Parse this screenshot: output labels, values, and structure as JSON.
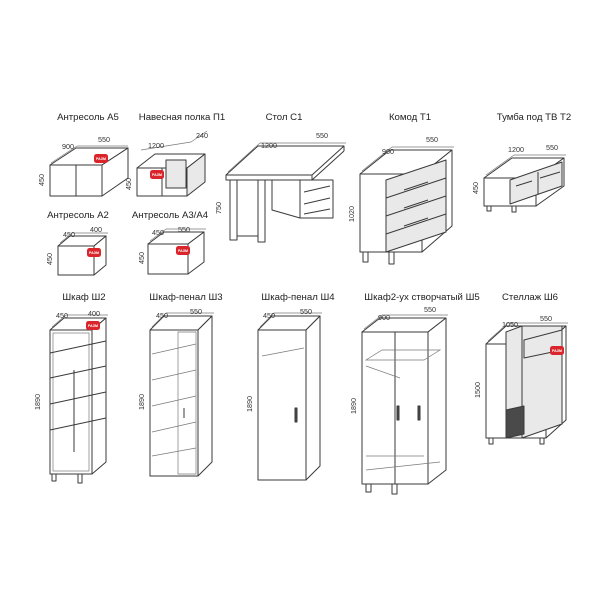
{
  "badge": {
    "text": "РАЗМ",
    "color": "#d9252b"
  },
  "items": {
    "a5": {
      "title": "Антресоль А5",
      "w": "900",
      "d": "550",
      "h": "450"
    },
    "a2": {
      "title": "Антресоль А2",
      "w": "450",
      "d": "400",
      "h": "450"
    },
    "a34": {
      "title": "Антресоль А3/А4",
      "w": "450",
      "d": "550",
      "h": "450"
    },
    "p1": {
      "title": "Навесная полка П1",
      "w": "1200",
      "d": "240",
      "h": "450"
    },
    "c1": {
      "title": "Стол С1",
      "w": "1200",
      "d": "550",
      "h": "750"
    },
    "t1": {
      "title": "Комод Т1",
      "w": "900",
      "d": "550",
      "h": "1020"
    },
    "t2": {
      "title": "Тумба под ТВ Т2",
      "w": "1200",
      "d": "550",
      "h": "450"
    },
    "sh2": {
      "title": "Шкаф Ш2",
      "w": "450",
      "d": "400",
      "h": "1890"
    },
    "sh3": {
      "title": "Шкаф-пенал Ш3",
      "w": "450",
      "d": "550",
      "h": "1890"
    },
    "sh4": {
      "title": "Шкаф-пенал Ш4",
      "w": "450",
      "d": "550",
      "h": "1890"
    },
    "sh5": {
      "title": "Шкаф2-ух створчатый Ш5",
      "w": "900",
      "d": "550",
      "h": "1890"
    },
    "sh6": {
      "title": "Стеллаж Ш6",
      "w": "1050",
      "d": "550",
      "h": "1500"
    }
  }
}
